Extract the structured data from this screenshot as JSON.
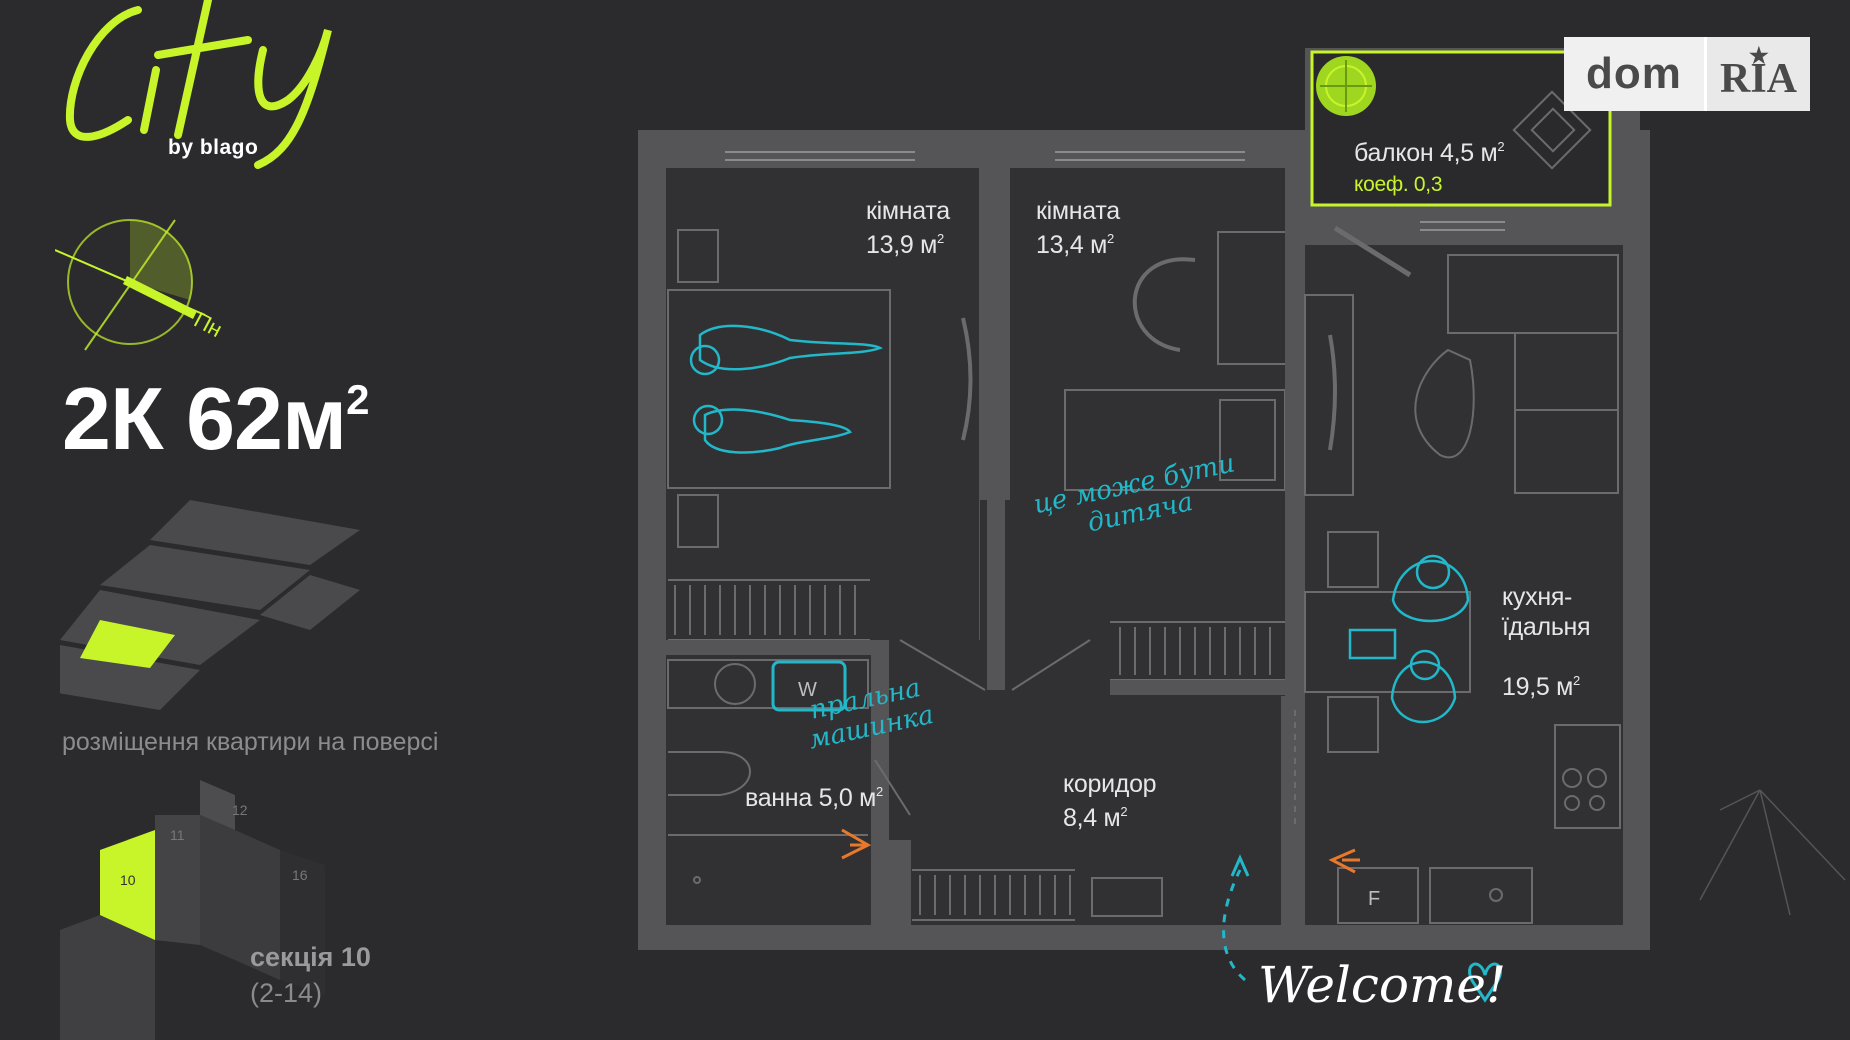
{
  "brand": {
    "name": "City",
    "subname": "by blago",
    "accent_color": "#c8f52a"
  },
  "orientation": {
    "north_label": "Пн"
  },
  "apartment": {
    "type": "2К 62м",
    "area_sup": "2"
  },
  "floor_position_caption": "розміщення квартири на поверсі",
  "building": {
    "section_label": "секція 10",
    "section_floors": "(2-14)",
    "section_numbers": [
      "10",
      "11",
      "12",
      "16"
    ]
  },
  "rooms": [
    {
      "id": "room1",
      "name": "кімната",
      "area": "13,9 м",
      "sup": "2"
    },
    {
      "id": "room2",
      "name": "кімната",
      "area": "13,4 м",
      "sup": "2"
    },
    {
      "id": "balcony",
      "name": "балкон 4,5 м",
      "sup": "2",
      "coef": "коеф. 0,3"
    },
    {
      "id": "kitchen",
      "name": "кухня-\nїдальня",
      "area": "19,5 м",
      "sup": "2"
    },
    {
      "id": "bath",
      "name": "ванна 5,0 м",
      "sup": "2"
    },
    {
      "id": "corridor",
      "name": "коридор",
      "area": "8,4 м",
      "sup": "2"
    }
  ],
  "notes": {
    "kids_room": "це може бути\nдитяча",
    "washing_machine": "пральна\nмашинка",
    "welcome": "Welcome!"
  },
  "appliance_letters": {
    "washer": "W",
    "fridge": "F"
  },
  "watermark": {
    "left": "dom",
    "right": "RIA"
  },
  "colors": {
    "background": "#2b2b2d",
    "walls": "#555558",
    "floor": "#303032",
    "note": "#22b8c9",
    "entry_arrow": "#e8792b"
  }
}
